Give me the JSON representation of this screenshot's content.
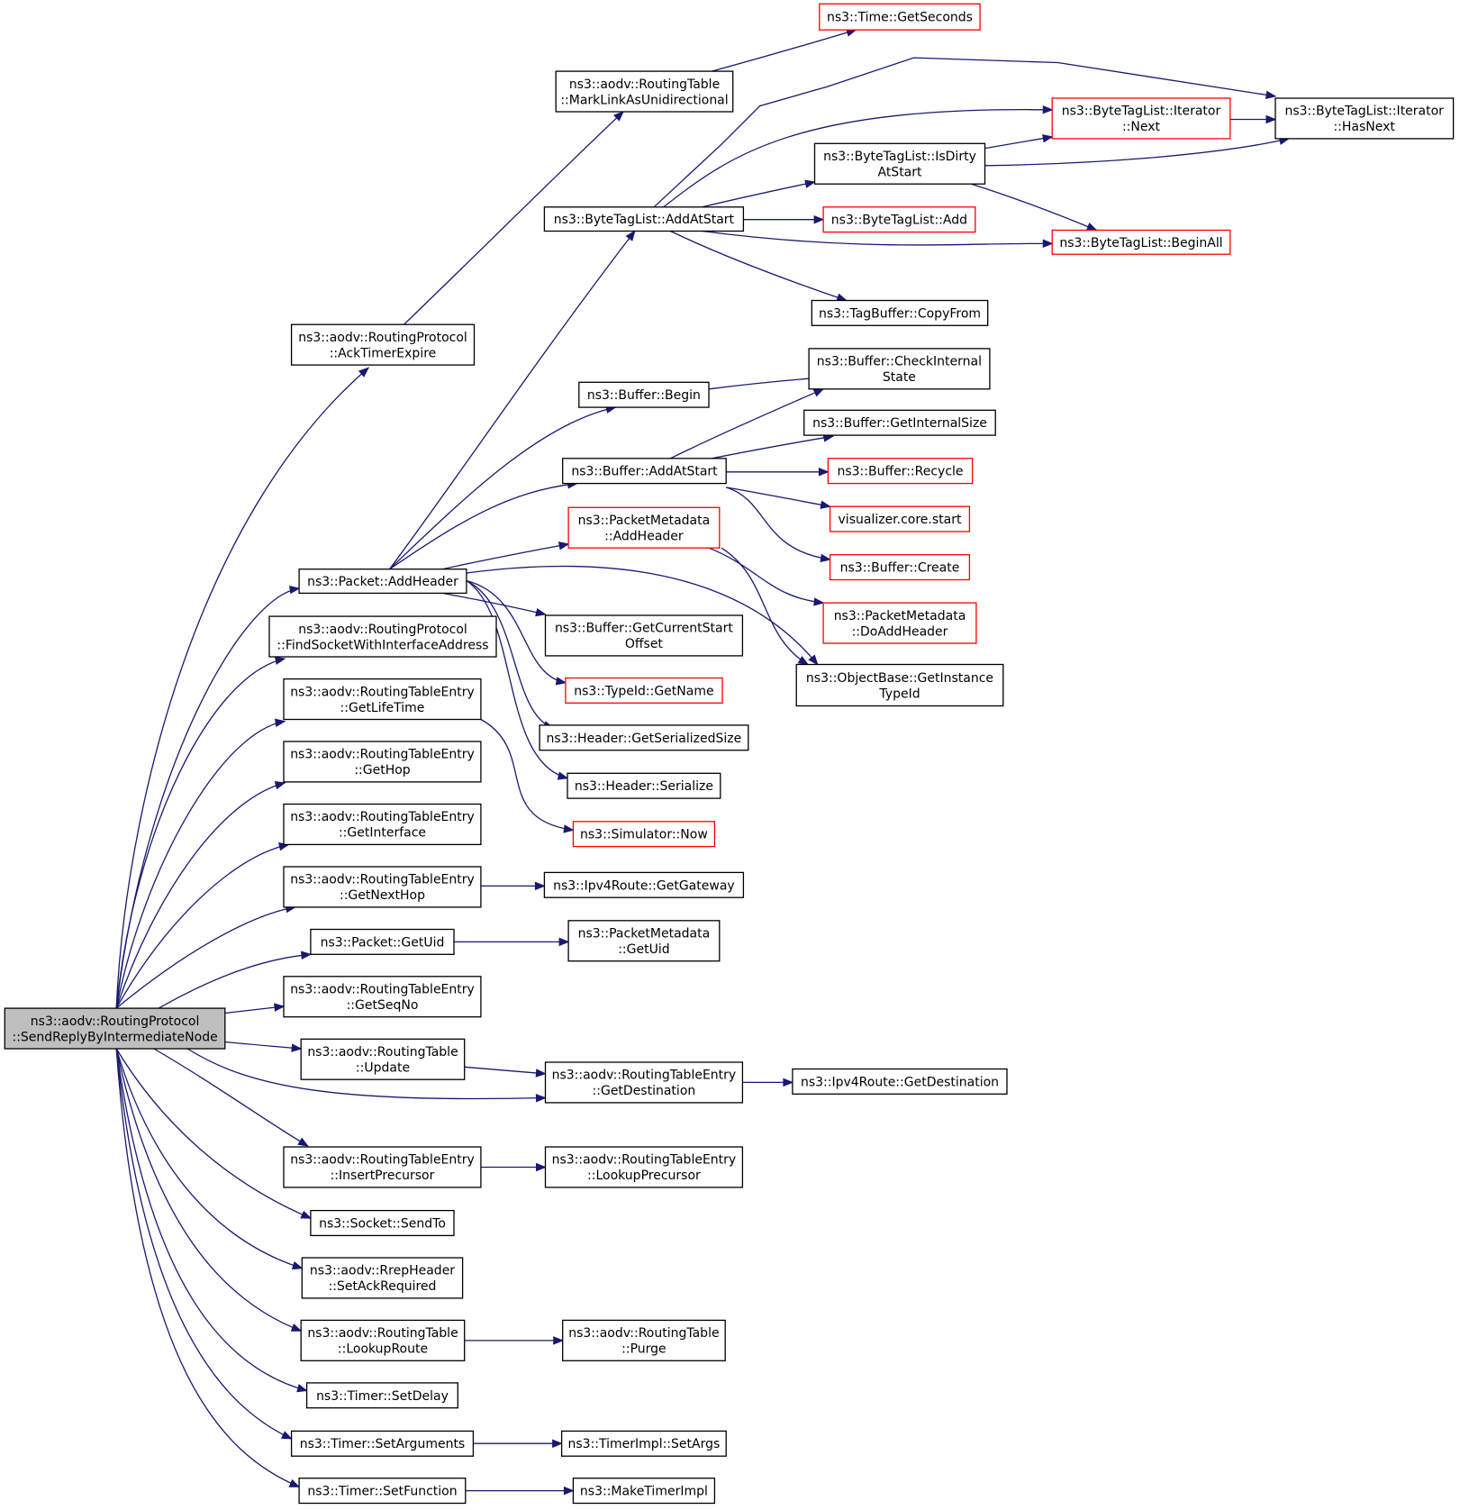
{
  "colors": {
    "edge": "#191970",
    "root_fill": "#bfbfbf",
    "normal_border": "#000000",
    "truncated_border": "#ff0000",
    "node_fill": "#ffffff"
  },
  "nodes": [
    {
      "id": "root",
      "lines": [
        "ns3::aodv::RoutingProtocol",
        "::SendReplyByIntermediateNode"
      ],
      "style": "root"
    },
    {
      "id": "ack",
      "lines": [
        "ns3::aodv::RoutingProtocol",
        "::AckTimerExpire"
      ],
      "style": "normal"
    },
    {
      "id": "addhdr",
      "lines": [
        "ns3::Packet::AddHeader"
      ],
      "style": "normal"
    },
    {
      "id": "findsock",
      "lines": [
        "ns3::aodv::RoutingProtocol",
        "::FindSocketWithInterfaceAddress"
      ],
      "style": "normal"
    },
    {
      "id": "lifetime",
      "lines": [
        "ns3::aodv::RoutingTableEntry",
        "::GetLifeTime"
      ],
      "style": "normal"
    },
    {
      "id": "gethop",
      "lines": [
        "ns3::aodv::RoutingTableEntry",
        "::GetHop"
      ],
      "style": "normal"
    },
    {
      "id": "getif",
      "lines": [
        "ns3::aodv::RoutingTableEntry",
        "::GetInterface"
      ],
      "style": "normal"
    },
    {
      "id": "nexthop",
      "lines": [
        "ns3::aodv::RoutingTableEntry",
        "::GetNextHop"
      ],
      "style": "normal"
    },
    {
      "id": "getuid",
      "lines": [
        "ns3::Packet::GetUid"
      ],
      "style": "normal"
    },
    {
      "id": "seqno",
      "lines": [
        "ns3::aodv::RoutingTableEntry",
        "::GetSeqNo"
      ],
      "style": "normal"
    },
    {
      "id": "update",
      "lines": [
        "ns3::aodv::RoutingTable",
        "::Update"
      ],
      "style": "normal"
    },
    {
      "id": "insprec",
      "lines": [
        "ns3::aodv::RoutingTableEntry",
        "::InsertPrecursor"
      ],
      "style": "normal"
    },
    {
      "id": "sendto",
      "lines": [
        "ns3::Socket::SendTo"
      ],
      "style": "normal"
    },
    {
      "id": "setack",
      "lines": [
        "ns3::aodv::RrepHeader",
        "::SetAckRequired"
      ],
      "style": "normal"
    },
    {
      "id": "lookroute",
      "lines": [
        "ns3::aodv::RoutingTable",
        "::LookupRoute"
      ],
      "style": "normal"
    },
    {
      "id": "setdelay",
      "lines": [
        "ns3::Timer::SetDelay"
      ],
      "style": "normal"
    },
    {
      "id": "setargs",
      "lines": [
        "ns3::Timer::SetArguments"
      ],
      "style": "normal"
    },
    {
      "id": "setfunc",
      "lines": [
        "ns3::Timer::SetFunction"
      ],
      "style": "normal"
    },
    {
      "id": "marklink",
      "lines": [
        "ns3::aodv::RoutingTable",
        "::MarkLinkAsUnidirectional"
      ],
      "style": "normal"
    },
    {
      "id": "btladdstart",
      "lines": [
        "ns3::ByteTagList::AddAtStart"
      ],
      "style": "normal"
    },
    {
      "id": "bufbegin",
      "lines": [
        "ns3::Buffer::Begin"
      ],
      "style": "normal"
    },
    {
      "id": "bufaddstart",
      "lines": [
        "ns3::Buffer::AddAtStart"
      ],
      "style": "normal"
    },
    {
      "id": "pmaddhdr",
      "lines": [
        "ns3::PacketMetadata",
        "::AddHeader"
      ],
      "style": "truncated"
    },
    {
      "id": "curstart",
      "lines": [
        "ns3::Buffer::GetCurrentStart",
        "Offset"
      ],
      "style": "normal"
    },
    {
      "id": "tidname",
      "lines": [
        "ns3::TypeId::GetName"
      ],
      "style": "truncated"
    },
    {
      "id": "sersize",
      "lines": [
        "ns3::Header::GetSerializedSize"
      ],
      "style": "normal"
    },
    {
      "id": "serialize",
      "lines": [
        "ns3::Header::Serialize"
      ],
      "style": "normal"
    },
    {
      "id": "simnow",
      "lines": [
        "ns3::Simulator::Now"
      ],
      "style": "truncated"
    },
    {
      "id": "gateway",
      "lines": [
        "ns3::Ipv4Route::GetGateway"
      ],
      "style": "normal"
    },
    {
      "id": "pmgetuid",
      "lines": [
        "ns3::PacketMetadata",
        "::GetUid"
      ],
      "style": "normal"
    },
    {
      "id": "getdest",
      "lines": [
        "ns3::aodv::RoutingTableEntry",
        "::GetDestination"
      ],
      "style": "normal"
    },
    {
      "id": "lookprec",
      "lines": [
        "ns3::aodv::RoutingTableEntry",
        "::LookupPrecursor"
      ],
      "style": "normal"
    },
    {
      "id": "purge",
      "lines": [
        "ns3::aodv::RoutingTable",
        "::Purge"
      ],
      "style": "normal"
    },
    {
      "id": "timersetargs",
      "lines": [
        "ns3::TimerImpl::SetArgs"
      ],
      "style": "normal"
    },
    {
      "id": "maketimer",
      "lines": [
        "ns3::MakeTimerImpl"
      ],
      "style": "normal"
    },
    {
      "id": "getseconds",
      "lines": [
        "ns3::Time::GetSeconds"
      ],
      "style": "truncated"
    },
    {
      "id": "isdirty",
      "lines": [
        "ns3::ByteTagList::IsDirty",
        "AtStart"
      ],
      "style": "normal"
    },
    {
      "id": "btladd",
      "lines": [
        "ns3::ByteTagList::Add"
      ],
      "style": "truncated"
    },
    {
      "id": "tagcopy",
      "lines": [
        "ns3::TagBuffer::CopyFrom"
      ],
      "style": "normal"
    },
    {
      "id": "checkint",
      "lines": [
        "ns3::Buffer::CheckInternal",
        "State"
      ],
      "style": "normal"
    },
    {
      "id": "intsize",
      "lines": [
        "ns3::Buffer::GetInternalSize"
      ],
      "style": "normal"
    },
    {
      "id": "recycle",
      "lines": [
        "ns3::Buffer::Recycle"
      ],
      "style": "truncated"
    },
    {
      "id": "vizstart",
      "lines": [
        "visualizer.core.start"
      ],
      "style": "truncated"
    },
    {
      "id": "bufcreate",
      "lines": [
        "ns3::Buffer::Create"
      ],
      "style": "truncated"
    },
    {
      "id": "doaddhdr",
      "lines": [
        "ns3::PacketMetadata",
        "::DoAddHeader"
      ],
      "style": "truncated"
    },
    {
      "id": "insttype",
      "lines": [
        "ns3::ObjectBase::GetInstance",
        "TypeId"
      ],
      "style": "normal"
    },
    {
      "id": "gdest",
      "lines": [
        "ns3::Ipv4Route::GetDestination"
      ],
      "style": "normal"
    },
    {
      "id": "itnext",
      "lines": [
        "ns3::ByteTagList::Iterator",
        "::Next"
      ],
      "style": "truncated"
    },
    {
      "id": "beginall",
      "lines": [
        "ns3::ByteTagList::BeginAll"
      ],
      "style": "truncated"
    },
    {
      "id": "hasnext",
      "lines": [
        "ns3::ByteTagList::Iterator",
        "::HasNext"
      ],
      "style": "normal"
    }
  ]
}
